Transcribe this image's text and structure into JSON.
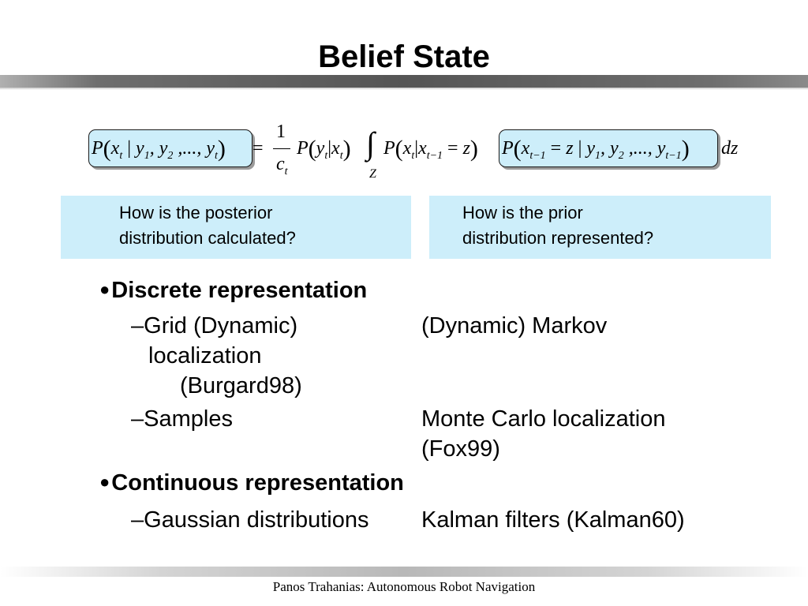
{
  "slide": {
    "title": "Belief State"
  },
  "formula": {
    "lhs": "P(x_t | y_1, y_2, ..., y_t)",
    "equals": "=",
    "frac_num": "1",
    "frac_den": "c_t",
    "integral_lower": "Z",
    "rhs_tail": "dz"
  },
  "callouts": {
    "posterior": {
      "line1": "How is the posterior",
      "line2": "distribution calculated?"
    },
    "prior": {
      "line1": "How is the prior",
      "line2": "distribution represented?"
    }
  },
  "bullets": {
    "discrete": {
      "heading": "Discrete representation",
      "grid": {
        "label": "Grid (Dynamic)",
        "method": "(Dynamic) Markov",
        "line2": "localization",
        "line3": "(Burgard98)"
      },
      "samples": {
        "label": "Samples",
        "method": "Monte Carlo localization",
        "line2": "(Fox99)"
      }
    },
    "continuous": {
      "heading": "Continuous representation",
      "gaussian": {
        "label": "Gaussian distributions",
        "method": "Kalman filters (Kalman60)"
      }
    },
    "bullet_symbol": "●",
    "dash_symbol": "–"
  },
  "footer": {
    "text": "Panos Trahanias: Autonomous Robot Navigation"
  }
}
